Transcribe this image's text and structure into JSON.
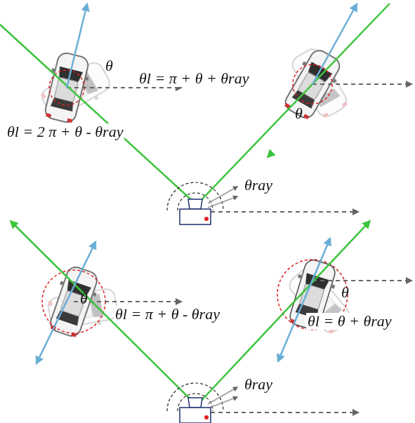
{
  "diagram": {
    "labels": [
      "θ",
      "θl = π + θ + θray",
      "θl = 2 π + θ - θray",
      "θ",
      "θray",
      "θ",
      "θl = π + θ - θray",
      "θ",
      "θl = θ + θray",
      "θray"
    ]
  }
}
